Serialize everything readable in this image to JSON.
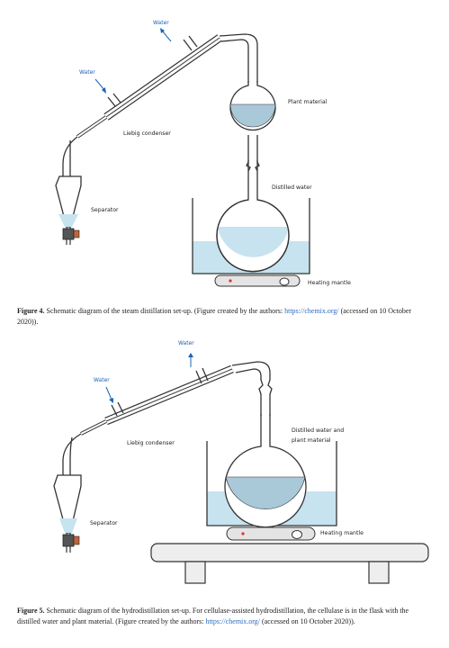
{
  "figure4": {
    "labels": {
      "water_out": "Water",
      "water_in": "Water",
      "plant_material": "Plant material",
      "condenser": "Liebig condenser",
      "distilled_water": "Distilled water",
      "separator": "Separator",
      "heating_mantle": "Heating mantle"
    },
    "caption": {
      "number": "Figure 4.",
      "text": "Schematic diagram of the steam distillation set-up. (Figure created by the authors: ",
      "link": "https://chemix.org/",
      "tail": " (accessed on 10 October 2020))."
    }
  },
  "figure5": {
    "labels": {
      "water_out": "Water",
      "water_in": "Water",
      "condenser": "Liebig condenser",
      "flask_line1": "Distilled water and",
      "flask_line2": "plant material",
      "separator": "Separator",
      "heating_mantle": "Heating mantle"
    },
    "caption": {
      "number": "Figure 5.",
      "text": "Schematic diagram of the hydrodistillation set-up. For cellulase-assisted hydrodistillation, the cellulase is in the flask with the distilled water and plant material. (Figure created by the authors: ",
      "link": "https://chemix.org/",
      "tail": " (accessed on 10 October 2020))."
    }
  },
  "colors": {
    "glass": "#333333",
    "water": "#c6e3ef",
    "flask_liquid": "#a9c8d8",
    "water_arrow": "#1c63b7",
    "link": "#2b6cc4",
    "stopcock_handle": "#c0653a",
    "heater_indicator": "#e0322a"
  }
}
